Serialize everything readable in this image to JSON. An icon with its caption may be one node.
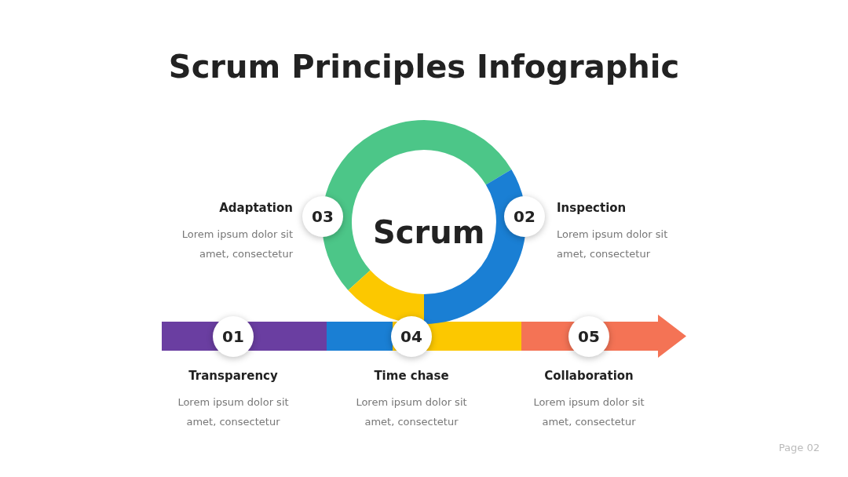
{
  "diagram": {
    "title": "Scrum Principles Infographic",
    "nodes": [
      {
        "text": [
          "03"
        ],
        "beside": [
          "Adaptation",
          "Lorem ipsum dolor sit amet, consectetur"
        ]
      },
      {
        "text": [
          "Scrum"
        ]
      },
      {
        "text": [
          "02"
        ],
        "beside": [
          "Inspection",
          "Lorem ipsum dolor sit amet, consectetur"
        ]
      },
      {
        "text": [
          "01"
        ],
        "beside": [
          "Transparency",
          "Lorem ipsum dolor sit amet, consectetur"
        ]
      },
      {
        "text": [
          "04"
        ],
        "beside": [
          "Time chase",
          "Lorem ipsum dolor sit amet, consectetur"
        ]
      },
      {
        "text": [
          "05"
        ],
        "beside": [
          "Collaboration",
          "Lorem ipsum dolor sit amet, consectetur"
        ]
      }
    ],
    "edges": [],
    "labels": [
      "Page 02"
    ]
  }
}
